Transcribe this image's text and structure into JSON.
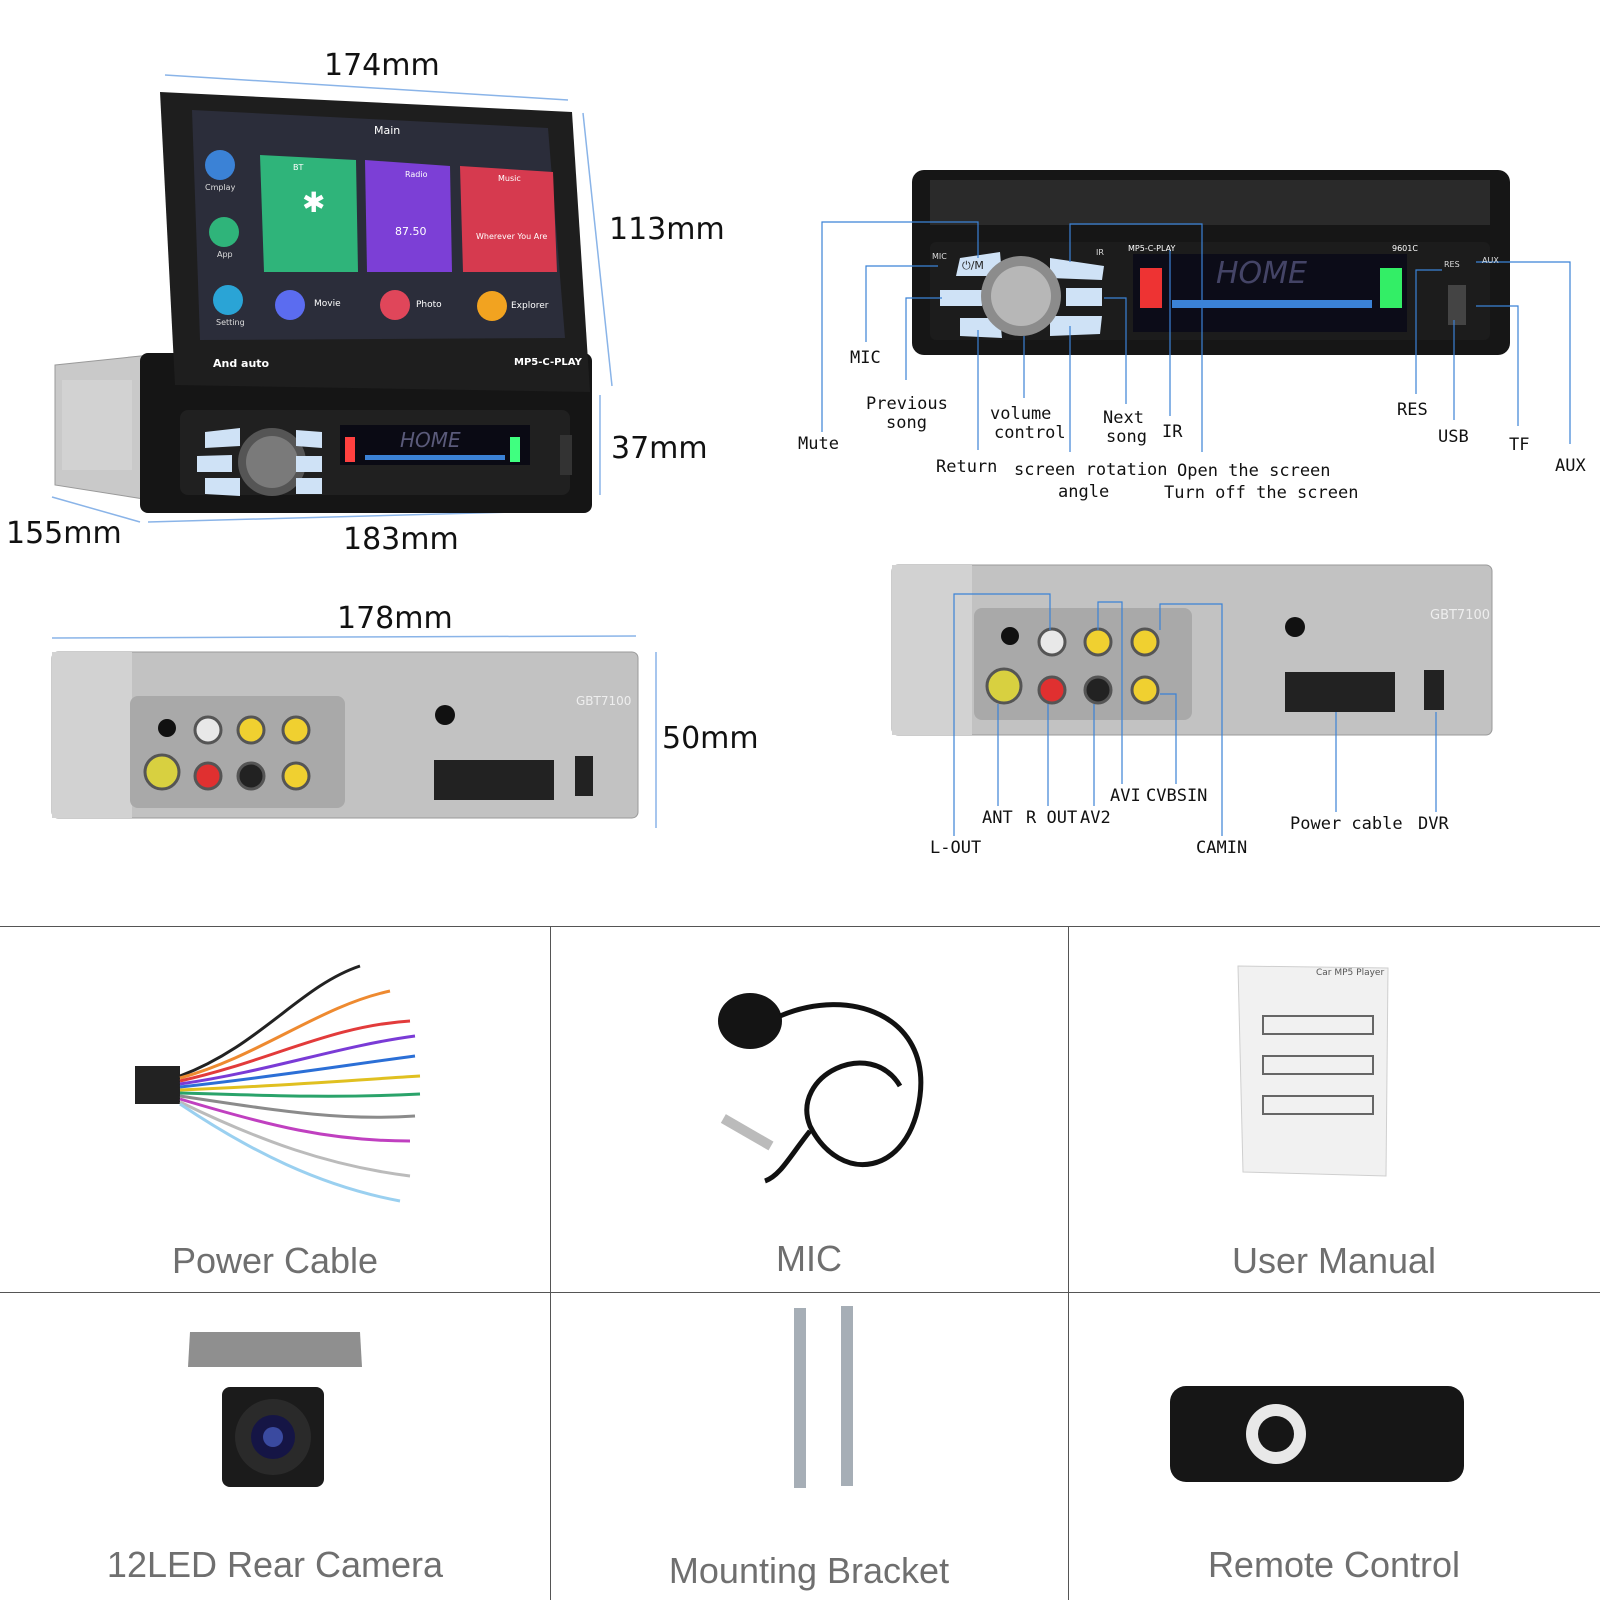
{
  "dimensions": {
    "width_top": "174mm",
    "height_screen": "113mm",
    "height_body": "37mm",
    "depth": "155mm",
    "width_body": "183mm",
    "rear_width": "178mm",
    "rear_height": "50mm"
  },
  "screen": {
    "status_title": "Main",
    "tiles": [
      "BT",
      "Radio",
      "Music"
    ],
    "radio_freq": "87.50",
    "music_song": "Wherever You Are",
    "sidebar": [
      "Cmplay",
      "App",
      "Setting"
    ],
    "shortcuts": [
      "Movie",
      "Photo",
      "Explorer"
    ],
    "brand": "And auto",
    "model": "MP5-C-PLAY"
  },
  "front_panel": {
    "display_text": "HOME",
    "model": "MP5-C-PLAY",
    "code": "9601C",
    "small_labels": [
      "MIC",
      "IR",
      "RES",
      "AUX"
    ],
    "power_mode": "⏻/M",
    "callouts": {
      "mic": "MIC",
      "mute": "Mute",
      "previous_song_1": "Previous",
      "previous_song_2": "song",
      "return": "Return",
      "volume_1": "volume",
      "volume_2": "control",
      "rotation_1": "screen rotation",
      "rotation_2": "angle",
      "next_1": "Next",
      "next_2": "song",
      "ir": "IR",
      "screen_1": "Open the screen",
      "screen_2": "Turn off the screen",
      "res": "RES",
      "usb": "USB",
      "tf": "TF",
      "aux": "AUX"
    }
  },
  "rear_panel": {
    "model_code": "GBT7100",
    "callouts": {
      "l_out": "L-OUT",
      "ant": "ANT",
      "r_out": "R OUT",
      "av2": "AV2",
      "avi": "AVI",
      "cvbsin": "CVBSIN",
      "camin": "CAMIN",
      "power_cable": "Power cable",
      "dvr": "DVR"
    }
  },
  "accessories": [
    {
      "name": "Power Cable",
      "icon": "wire-harness-icon"
    },
    {
      "name": "MIC",
      "icon": "microphone-icon"
    },
    {
      "name": "User Manual",
      "icon": "manual-booklet-icon"
    },
    {
      "name": "12LED Rear Camera",
      "icon": "rear-camera-icon"
    },
    {
      "name": "Mounting Bracket",
      "icon": "bracket-icon"
    },
    {
      "name": "Remote Control",
      "icon": "remote-icon"
    }
  ],
  "manual_title": "Car MP5 Player",
  "colors": {
    "accent_blue": "#3b82d6",
    "frame": "#1b1b1b",
    "metal": "#bdbdbd"
  }
}
